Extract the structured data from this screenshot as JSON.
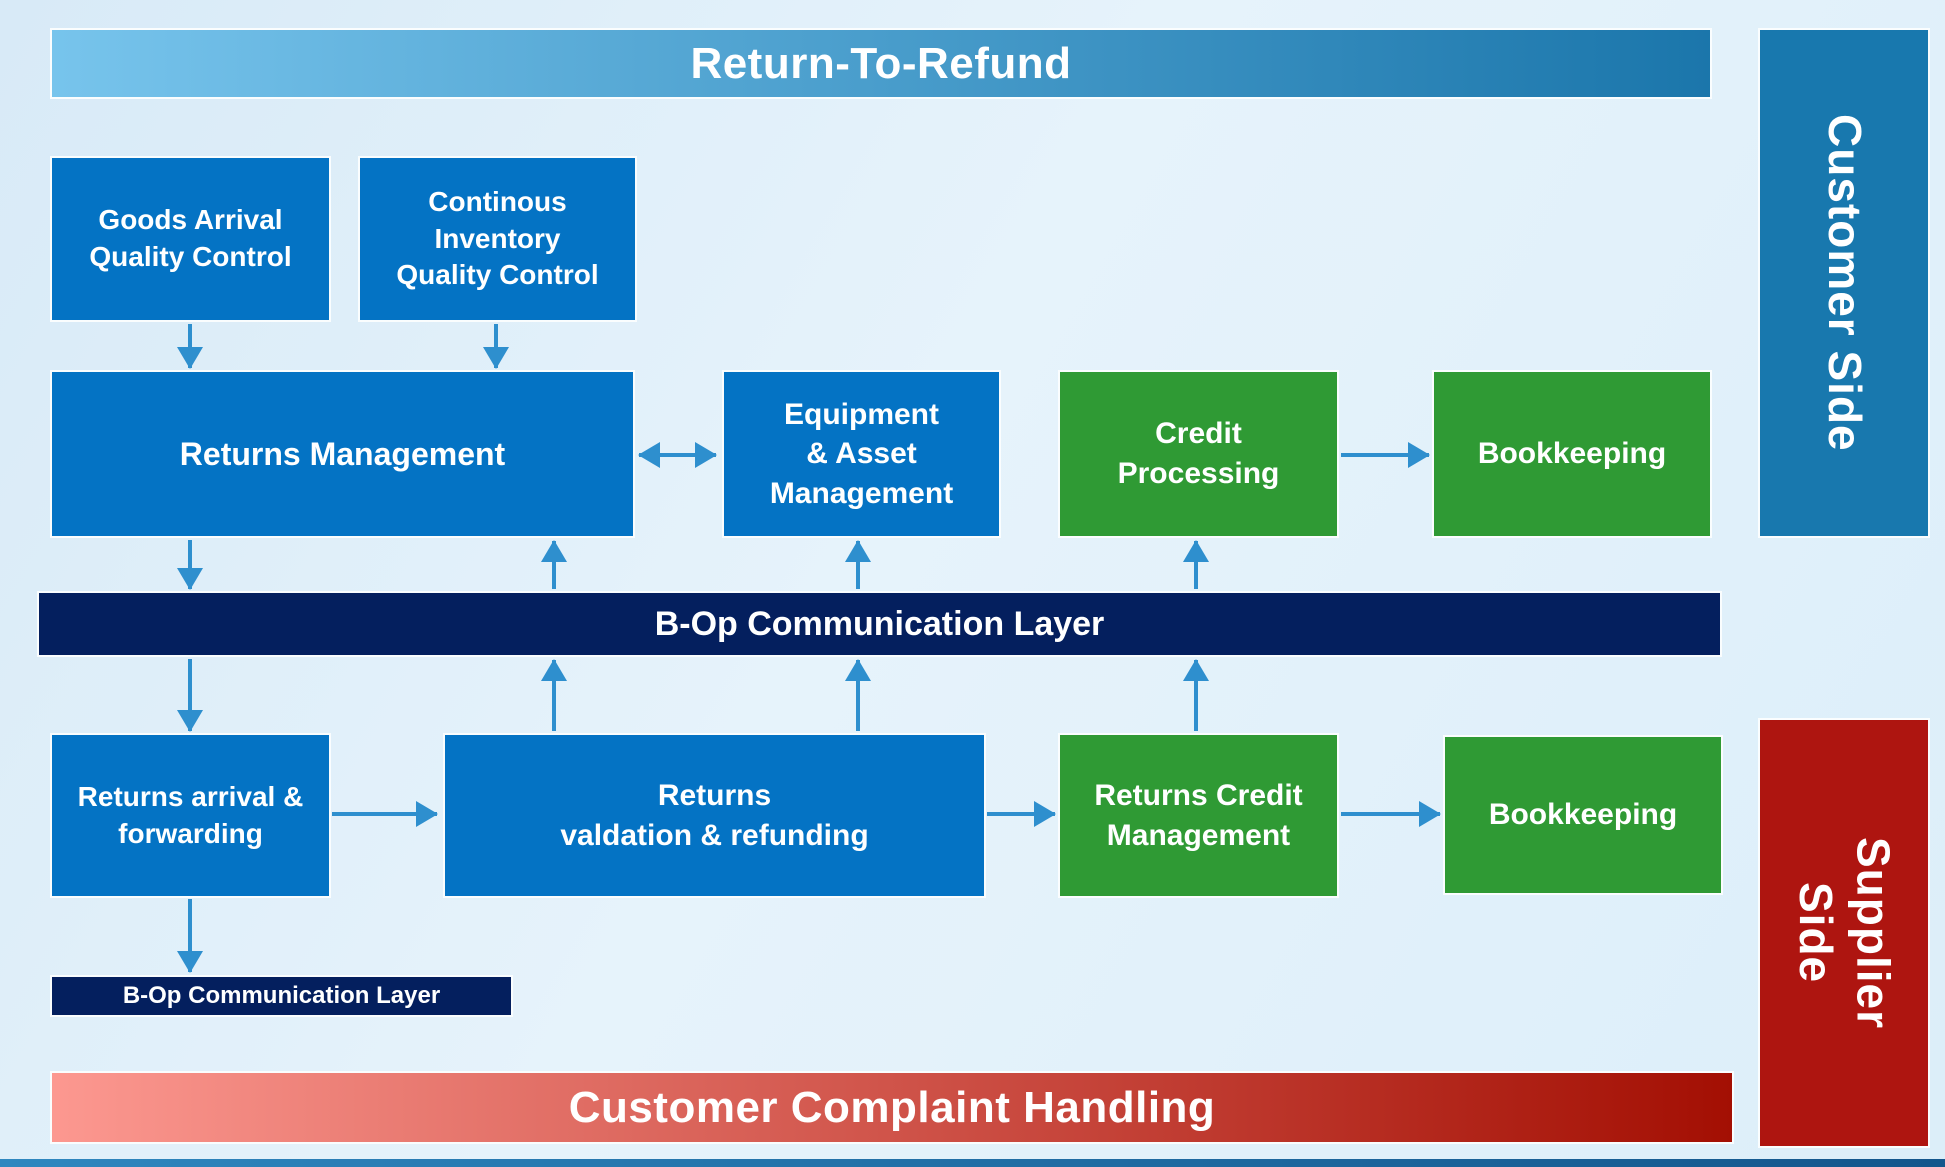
{
  "header": {
    "title": "Return-To-Refund"
  },
  "side_banners": {
    "customer": {
      "label": "Customer Side"
    },
    "supplier": {
      "label": "Supplier\nSide"
    }
  },
  "boxes": {
    "goods_arrival": {
      "label": "Goods Arrival\nQuality Control"
    },
    "continuous_inventory": {
      "label": "Continous\nInventory\nQuality Control"
    },
    "returns_management": {
      "label": "Returns Management"
    },
    "equipment_asset": {
      "label": "Equipment\n& Asset\nManagement"
    },
    "credit_processing": {
      "label": "Credit\nProcessing"
    },
    "bookkeeping_top": {
      "label": "Bookkeeping"
    },
    "returns_arrival": {
      "label": "Returns arrival &\nforwarding"
    },
    "returns_validation": {
      "label": "Returns\nvaldation & refunding"
    },
    "returns_credit": {
      "label": "Returns Credit\nManagement"
    },
    "bookkeeping_bottom": {
      "label": "Bookkeeping"
    }
  },
  "bars": {
    "bop_layer_main": {
      "label": "B-Op Communication Layer"
    },
    "bop_layer_small": {
      "label": "B-Op Communication Layer"
    },
    "complaint": {
      "label": "Customer Complaint Handling"
    }
  },
  "colors": {
    "box_blue": "#0473C4",
    "box_green": "#2F9A34",
    "bar_navy": "#041F5E",
    "banner_blue": "#1878AE",
    "banner_red": "#AE1510",
    "arrow_blue": "#2E8FCE",
    "header_gradient_start": "#77C4EC",
    "header_gradient_end": "#1B76AB",
    "complaint_gradient_start": "#FC9890",
    "complaint_gradient_end": "#A30F03"
  }
}
